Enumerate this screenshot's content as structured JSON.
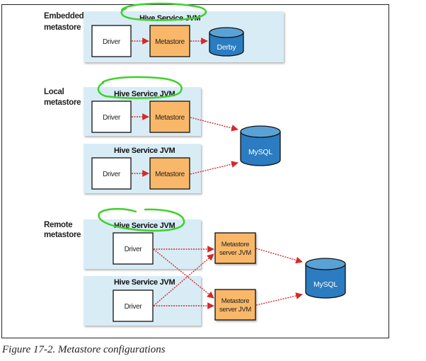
{
  "figure": {
    "caption": "Figure 17-2. Metastore configurations"
  },
  "colors": {
    "jvm_panel": "#d8ecf6",
    "driver_box": "#ffffff",
    "metastore_box": "#f9b869",
    "database": "#2b7cc0",
    "database_top": "#5aa2d6",
    "arrow": "#d42a2a",
    "annotation_circle": "#3ed12a"
  },
  "sections": {
    "embedded": {
      "label_line1": "Embedded",
      "label_line2": "metastore",
      "jvm_label": "Hive Service JVM",
      "driver_label": "Driver",
      "metastore_label": "Metastore",
      "db_label": "Derby"
    },
    "local": {
      "label_line1": "Local",
      "label_line2": "metastore",
      "jvm1_label": "Hive Service JVM",
      "jvm2_label": "Hive Service JVM",
      "driver1_label": "Driver",
      "driver2_label": "Driver",
      "metastore1_label": "Metastore",
      "metastore2_label": "Metastore",
      "db_label": "MySQL"
    },
    "remote": {
      "label_line1": "Remote",
      "label_line2": "metastore",
      "jvm1_label": "Hive Service JVM",
      "jvm2_label": "Hive Service JVM",
      "driver1_label": "Driver",
      "driver2_label": "Driver",
      "server1_line1": "Metastore",
      "server1_line2": "server JVM",
      "server2_line1": "Metastore",
      "server2_line2": "server JVM",
      "db_label": "MySQL"
    }
  }
}
